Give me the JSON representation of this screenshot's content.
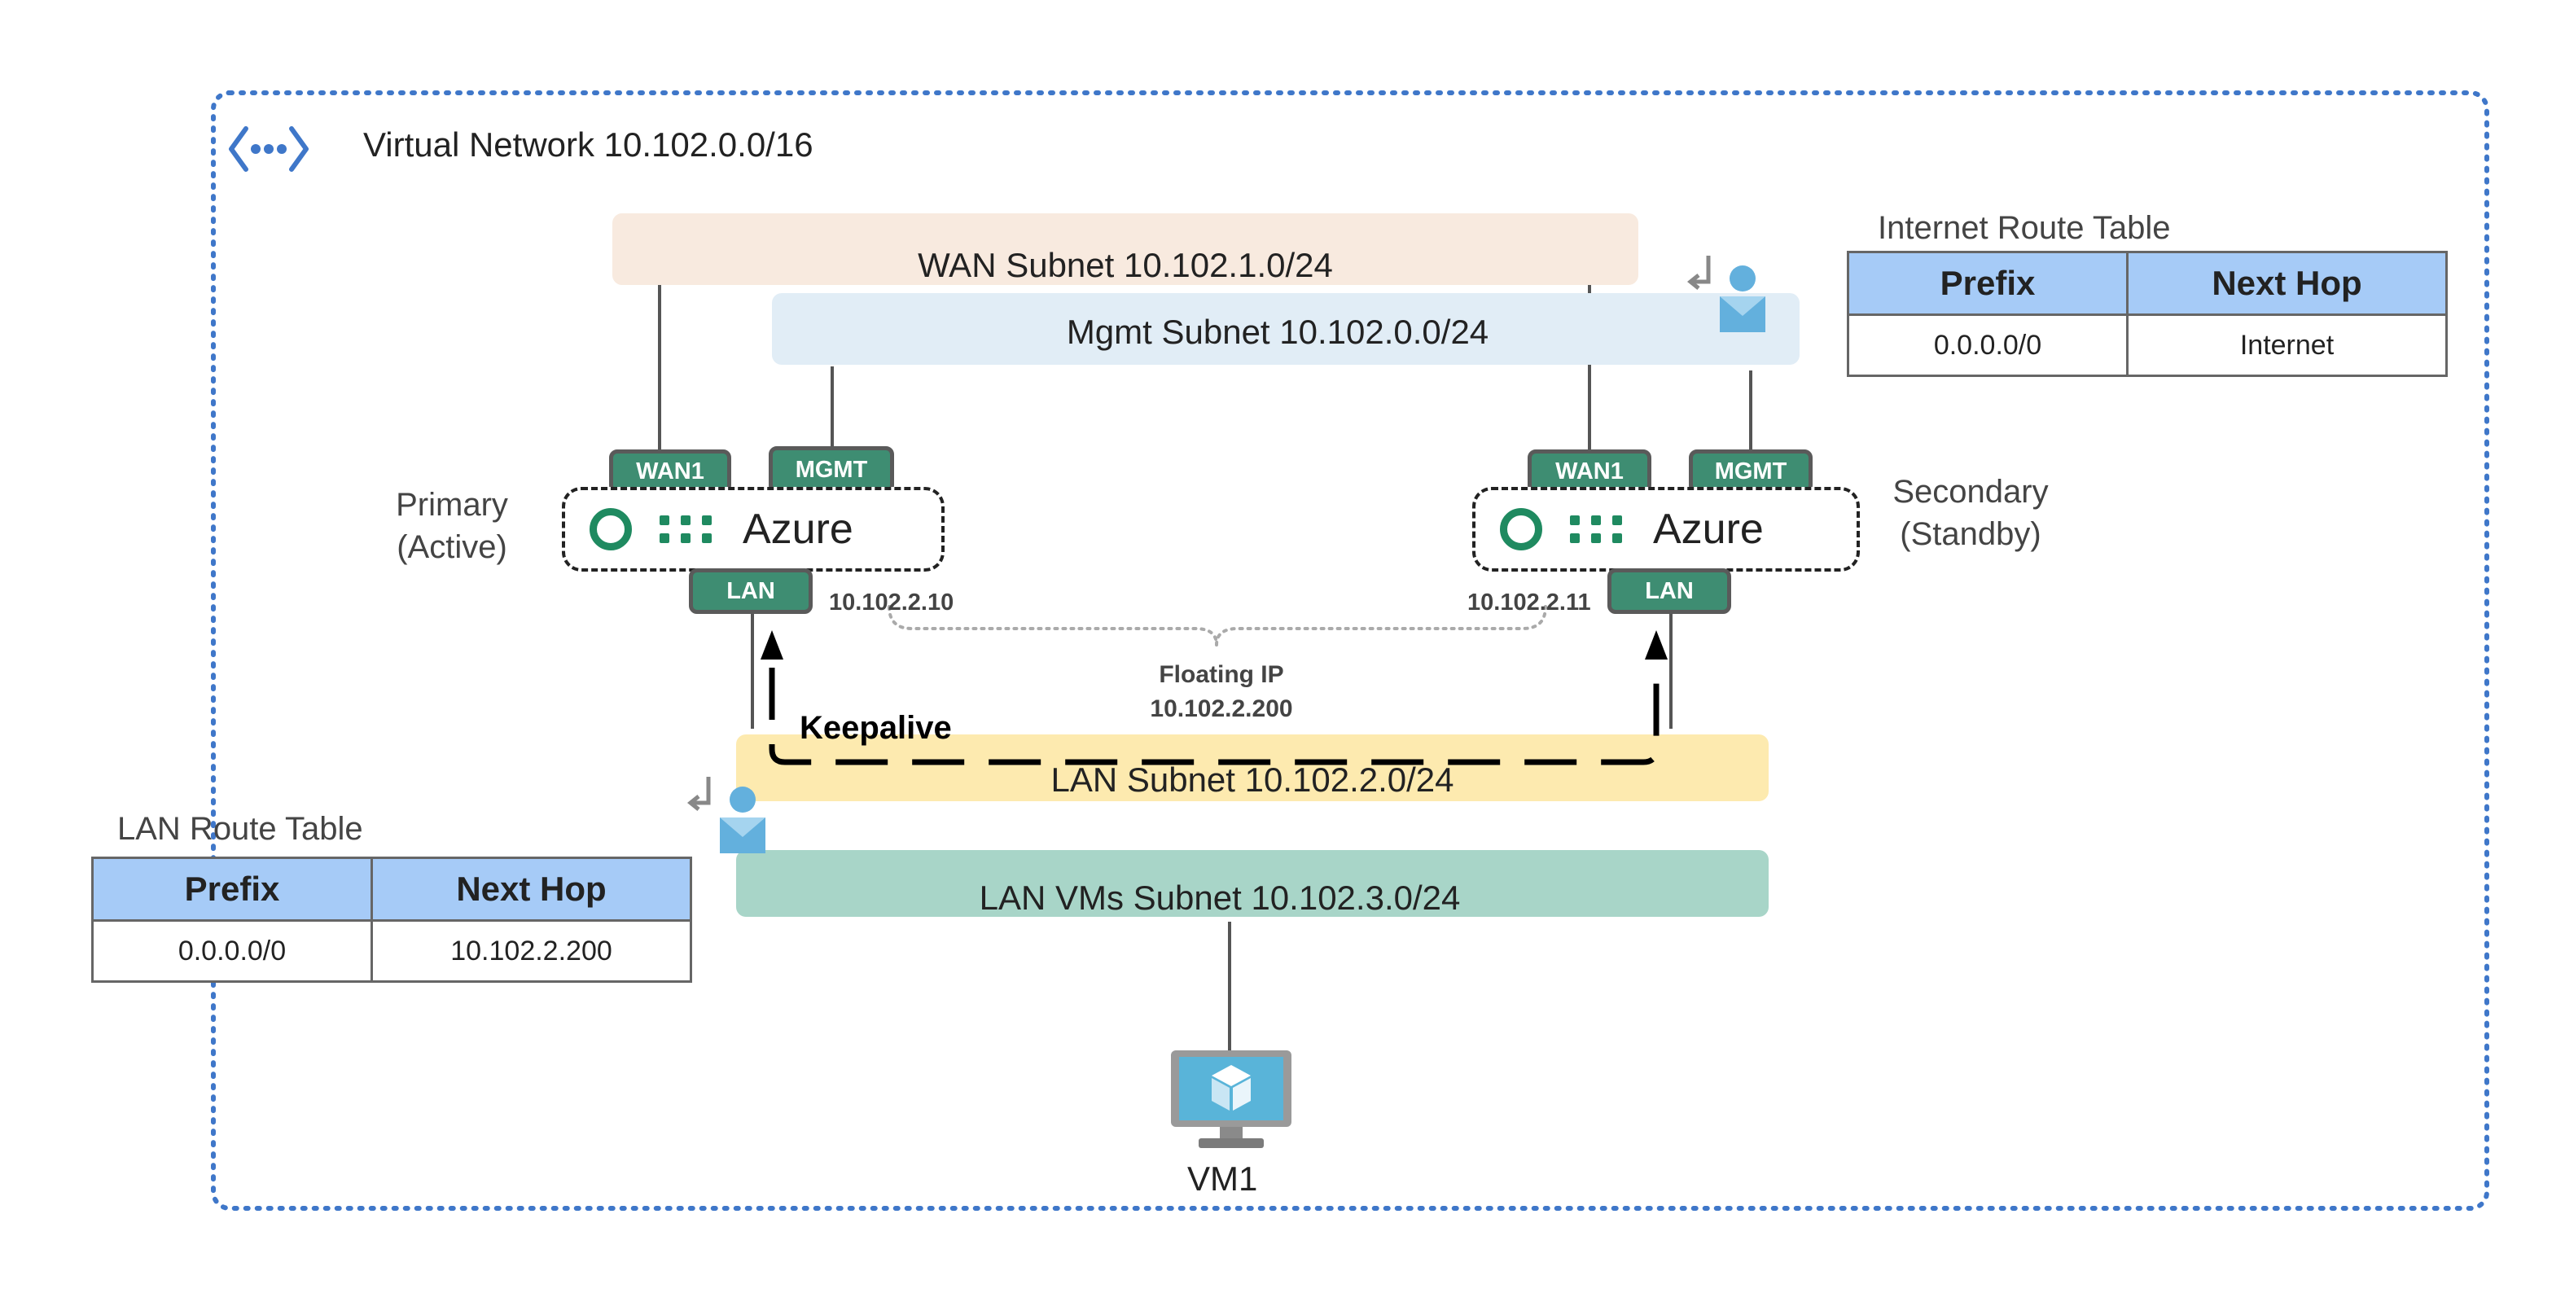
{
  "vnet": {
    "title": "Virtual Network 10.102.0.0/16",
    "icon": "virtual-network-icon"
  },
  "subnets": {
    "wan": "WAN Subnet 10.102.1.0/24",
    "mgmt": "Mgmt Subnet 10.102.0.0/24",
    "lan": "LAN Subnet 10.102.2.0/24",
    "lan_vms": "LAN VMs Subnet 10.102.3.0/24"
  },
  "primary": {
    "role_line1": "Primary",
    "role_line2": "(Active)",
    "brand": "Azure",
    "nic_wan": "WAN1",
    "nic_mgmt": "MGMT",
    "nic_lan": "LAN",
    "lan_ip": "10.102.2.10"
  },
  "secondary": {
    "role_line1": "Secondary",
    "role_line2": "(Standby)",
    "brand": "Azure",
    "nic_wan": "WAN1",
    "nic_mgmt": "MGMT",
    "nic_lan": "LAN",
    "lan_ip": "10.102.2.11"
  },
  "floating": {
    "label": "Floating IP",
    "ip": "10.102.2.200"
  },
  "keepalive": "Keepalive",
  "internet_route_table": {
    "title": "Internet Route Table",
    "headers": [
      "Prefix",
      "Next Hop"
    ],
    "rows": [
      [
        "0.0.0.0/0",
        "Internet"
      ]
    ]
  },
  "lan_route_table": {
    "title": "LAN Route Table",
    "headers": [
      "Prefix",
      "Next Hop"
    ],
    "rows": [
      [
        "0.0.0.0/0",
        "10.102.2.200"
      ]
    ]
  },
  "vm": {
    "label": "VM1",
    "icon": "virtual-machine-icon"
  },
  "colors": {
    "vnet_border": "#3f77c9",
    "wan_subnet": "#f8eadf",
    "mgmt_subnet": "#e1edf6",
    "lan_subnet": "#fdeaaf",
    "lan_vms_subnet": "#a8d5c8",
    "nic": "#3e8d72",
    "table_header": "#a6cbf7"
  }
}
